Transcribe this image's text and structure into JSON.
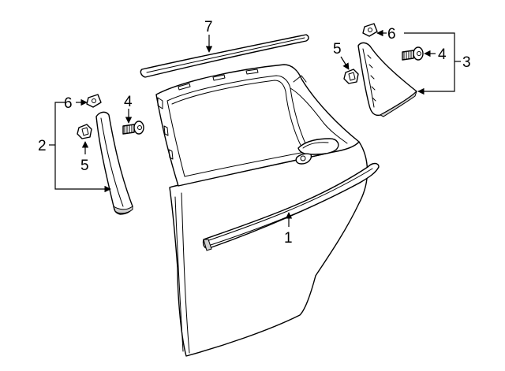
{
  "diagram": {
    "callouts": {
      "door_molding": "1",
      "front_applique_group": "2",
      "rear_applique_group": "3",
      "screw": "4",
      "clip": "5",
      "retainer": "6",
      "roof_molding": "7"
    }
  },
  "colors": {
    "line": "#000000",
    "background": "#ffffff",
    "shade": "#d0d0d0"
  }
}
